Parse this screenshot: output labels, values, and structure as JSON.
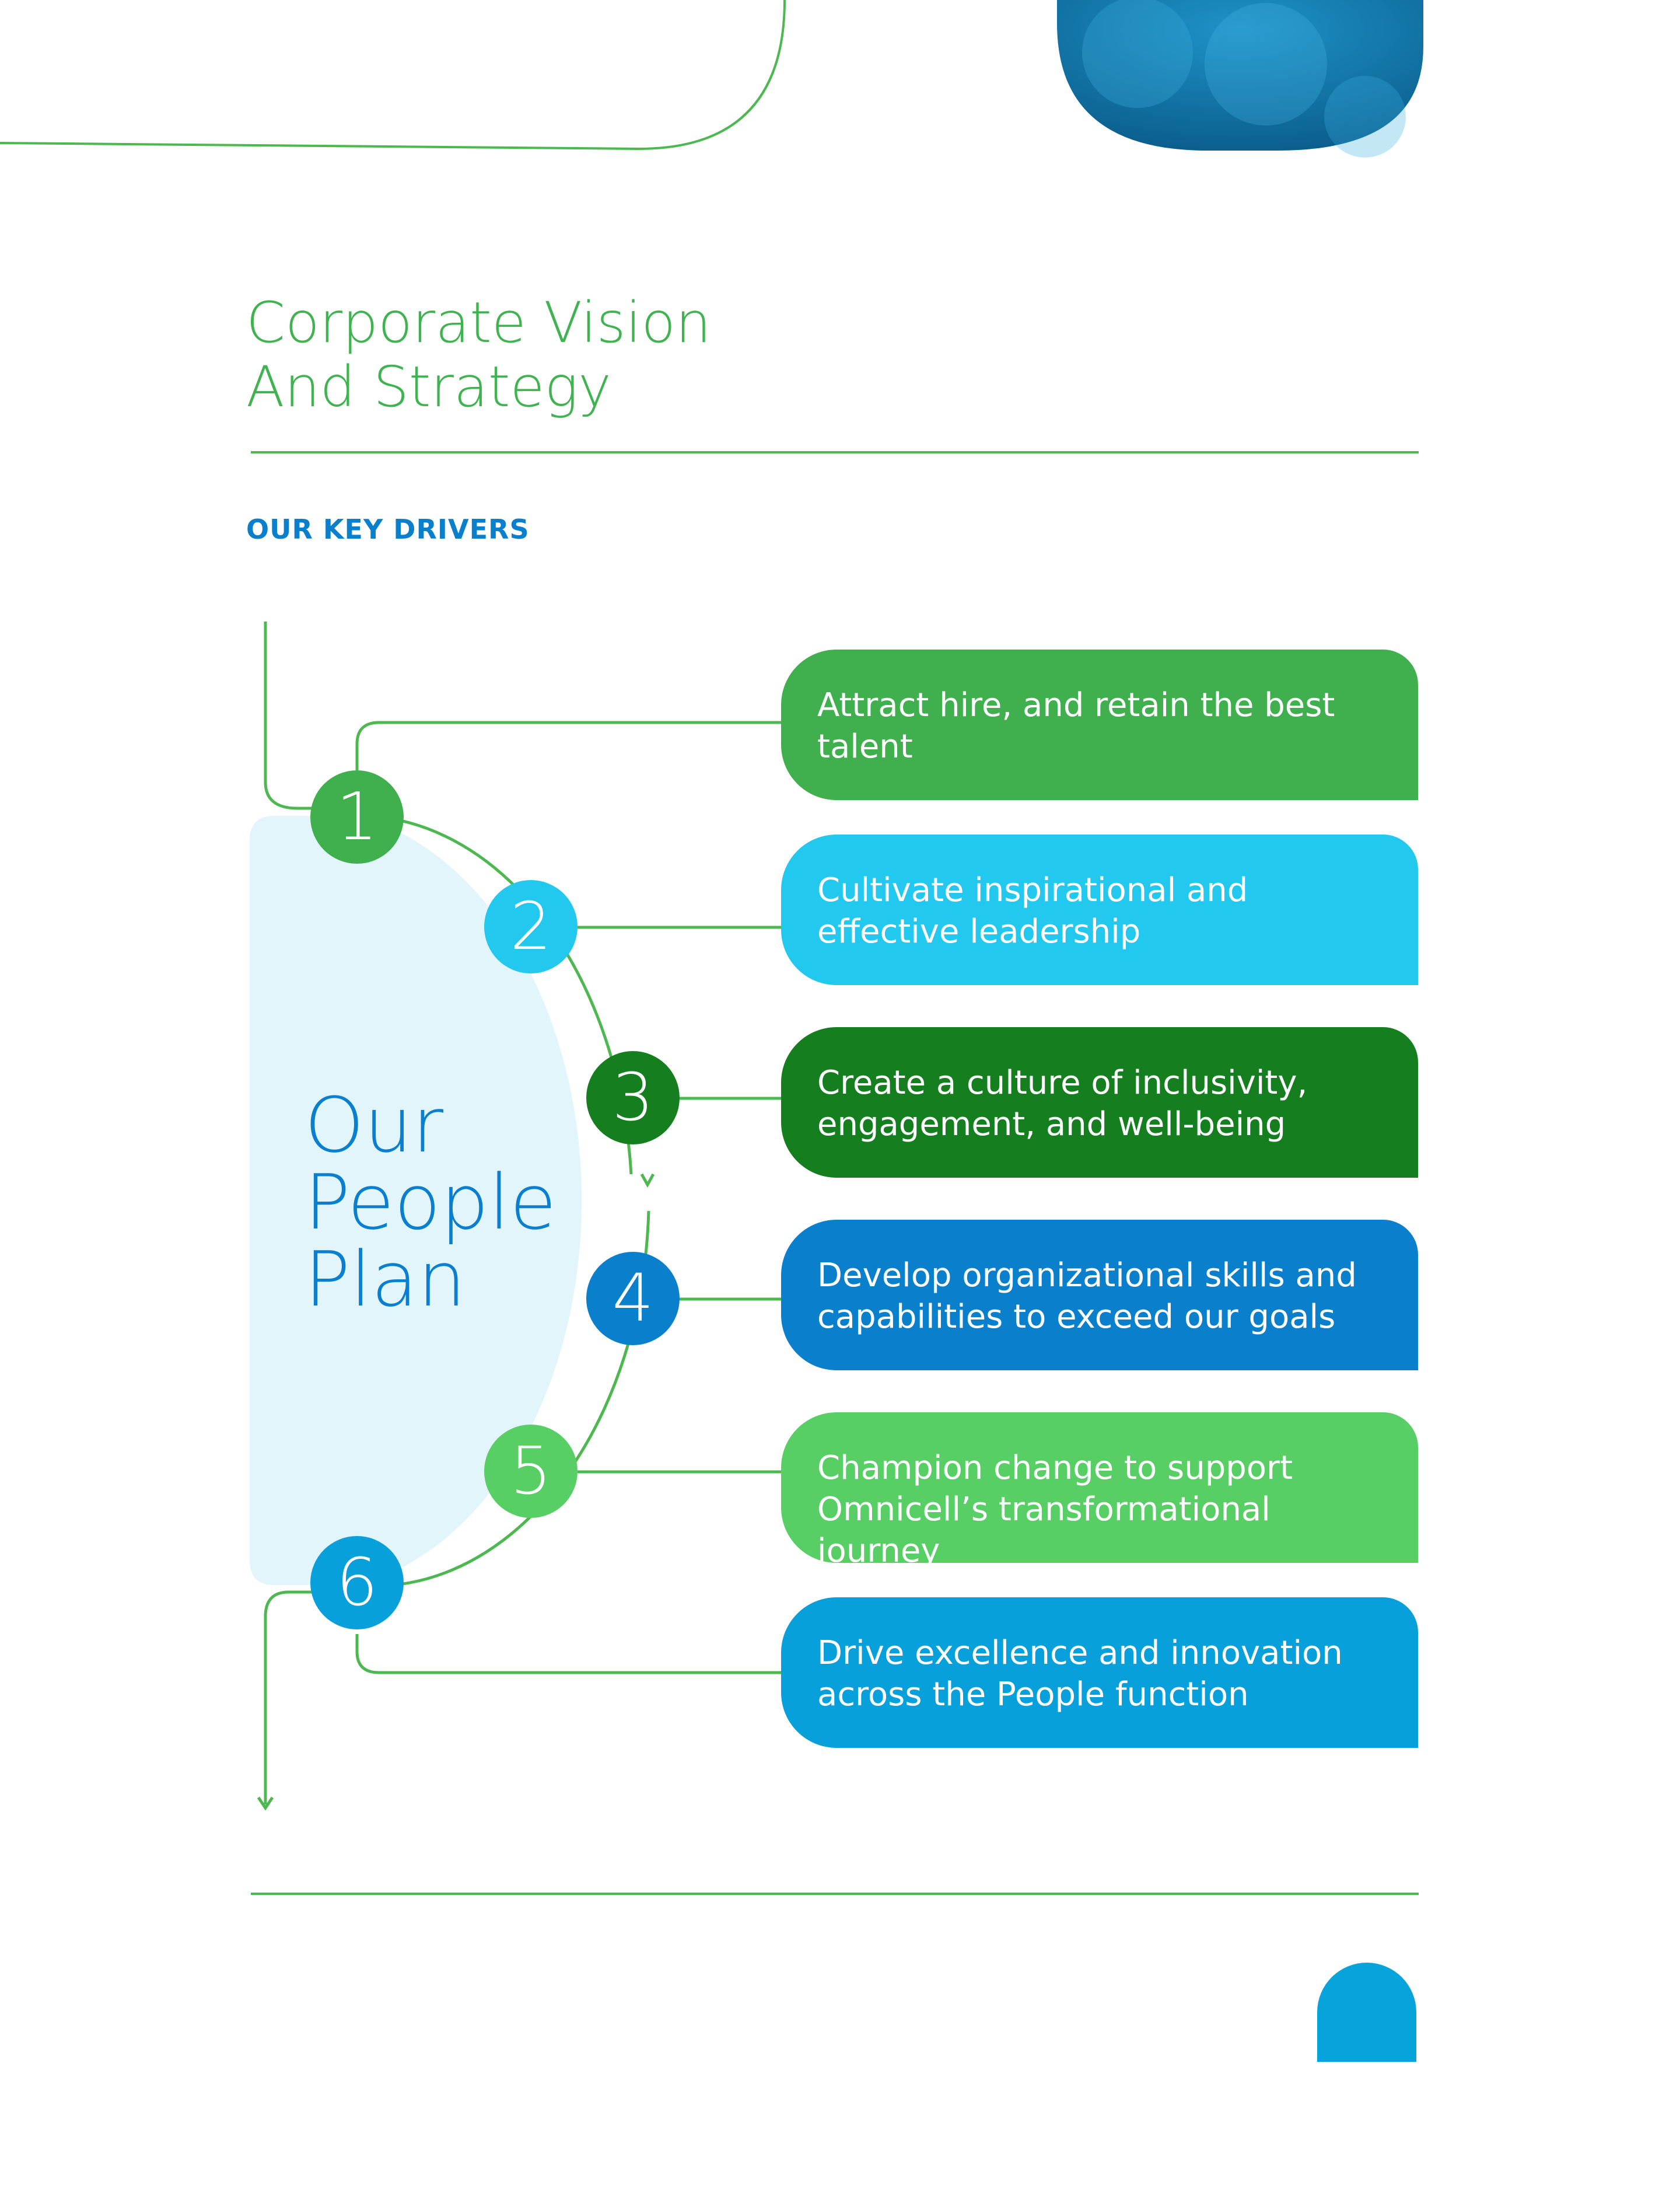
{
  "heading": {
    "line1": "Corporate Vision",
    "line2": "And Strategy"
  },
  "section_label": "OUR KEY DRIVERS",
  "center_label": {
    "line1": "Our",
    "line2": "People",
    "line3": "Plan"
  },
  "drivers": [
    {
      "number": "1",
      "color": "#40b04f",
      "text": "Attract hire, and retain the best talent"
    },
    {
      "number": "2",
      "color": "#22c8ee",
      "text": "Cultivate inspirational and effective leadership"
    },
    {
      "number": "3",
      "color": "#157f1f",
      "text": "Create a culture of inclusivity, engagement, and well-being"
    },
    {
      "number": "4",
      "color": "#0a7fcc",
      "text": "Develop organizational skills and capabilities to exceed our goals"
    },
    {
      "number": "5",
      "color": "#58cf64",
      "text": "Champion change to support Omnicell’s transformational journey"
    },
    {
      "number": "6",
      "color": "#07a0da",
      "text": "Drive excellence and innovation across the People function"
    }
  ],
  "colors": {
    "line_green": "#4cb84f",
    "panel_light_blue": "#e2f5fb",
    "title_green": "#3fb34f",
    "label_blue": "#0a80cc"
  }
}
